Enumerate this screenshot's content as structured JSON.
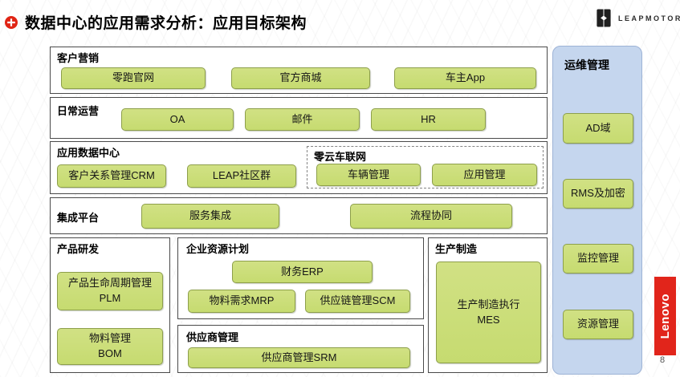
{
  "header": {
    "title": "数据中心的应用需求分析：应用目标架构",
    "brand": "LEAPMOTOR"
  },
  "footer": {
    "page_number": "8",
    "lenovo": "Lenovo"
  },
  "colors": {
    "node_green": "#c9dd77",
    "node_green_border": "#8d9f4b",
    "ops_panel_blue": "#c5d6ee",
    "brand_red": "#e1251b",
    "title_badge_red": "#e02414",
    "panel_border": "#4a4a4a"
  },
  "sections": {
    "customer_marketing": {
      "label": "客户营销",
      "items": [
        "零跑官网",
        "官方商城",
        "车主App"
      ]
    },
    "daily_operations": {
      "label": "日常运营",
      "items": [
        "OA",
        "邮件",
        "HR"
      ]
    },
    "app_data_center": {
      "label": "应用数据中心",
      "items": [
        "客户关系管理CRM",
        "LEAP社区群"
      ],
      "sub": {
        "label": "零云车联网",
        "items": [
          "车辆管理",
          "应用管理"
        ]
      }
    },
    "integration": {
      "label": "集成平台",
      "items": [
        "服务集成",
        "流程协同"
      ]
    },
    "product_rd": {
      "label": "产品研发",
      "items": [
        "产品生命周期管理\nPLM",
        "物料管理\nBOM"
      ]
    },
    "erp": {
      "label": "企业资源计划",
      "items": [
        "财务ERP",
        "物料需求MRP",
        "供应链管理SCM"
      ]
    },
    "supplier": {
      "label": "供应商管理",
      "items": [
        "供应商管理SRM"
      ]
    },
    "manufacturing": {
      "label": "生产制造",
      "items": [
        "生产制造执行\nMES"
      ]
    },
    "ops": {
      "label": "运维管理",
      "items": [
        "AD域",
        "RMS及加密",
        "监控管理",
        "资源管理"
      ]
    }
  }
}
